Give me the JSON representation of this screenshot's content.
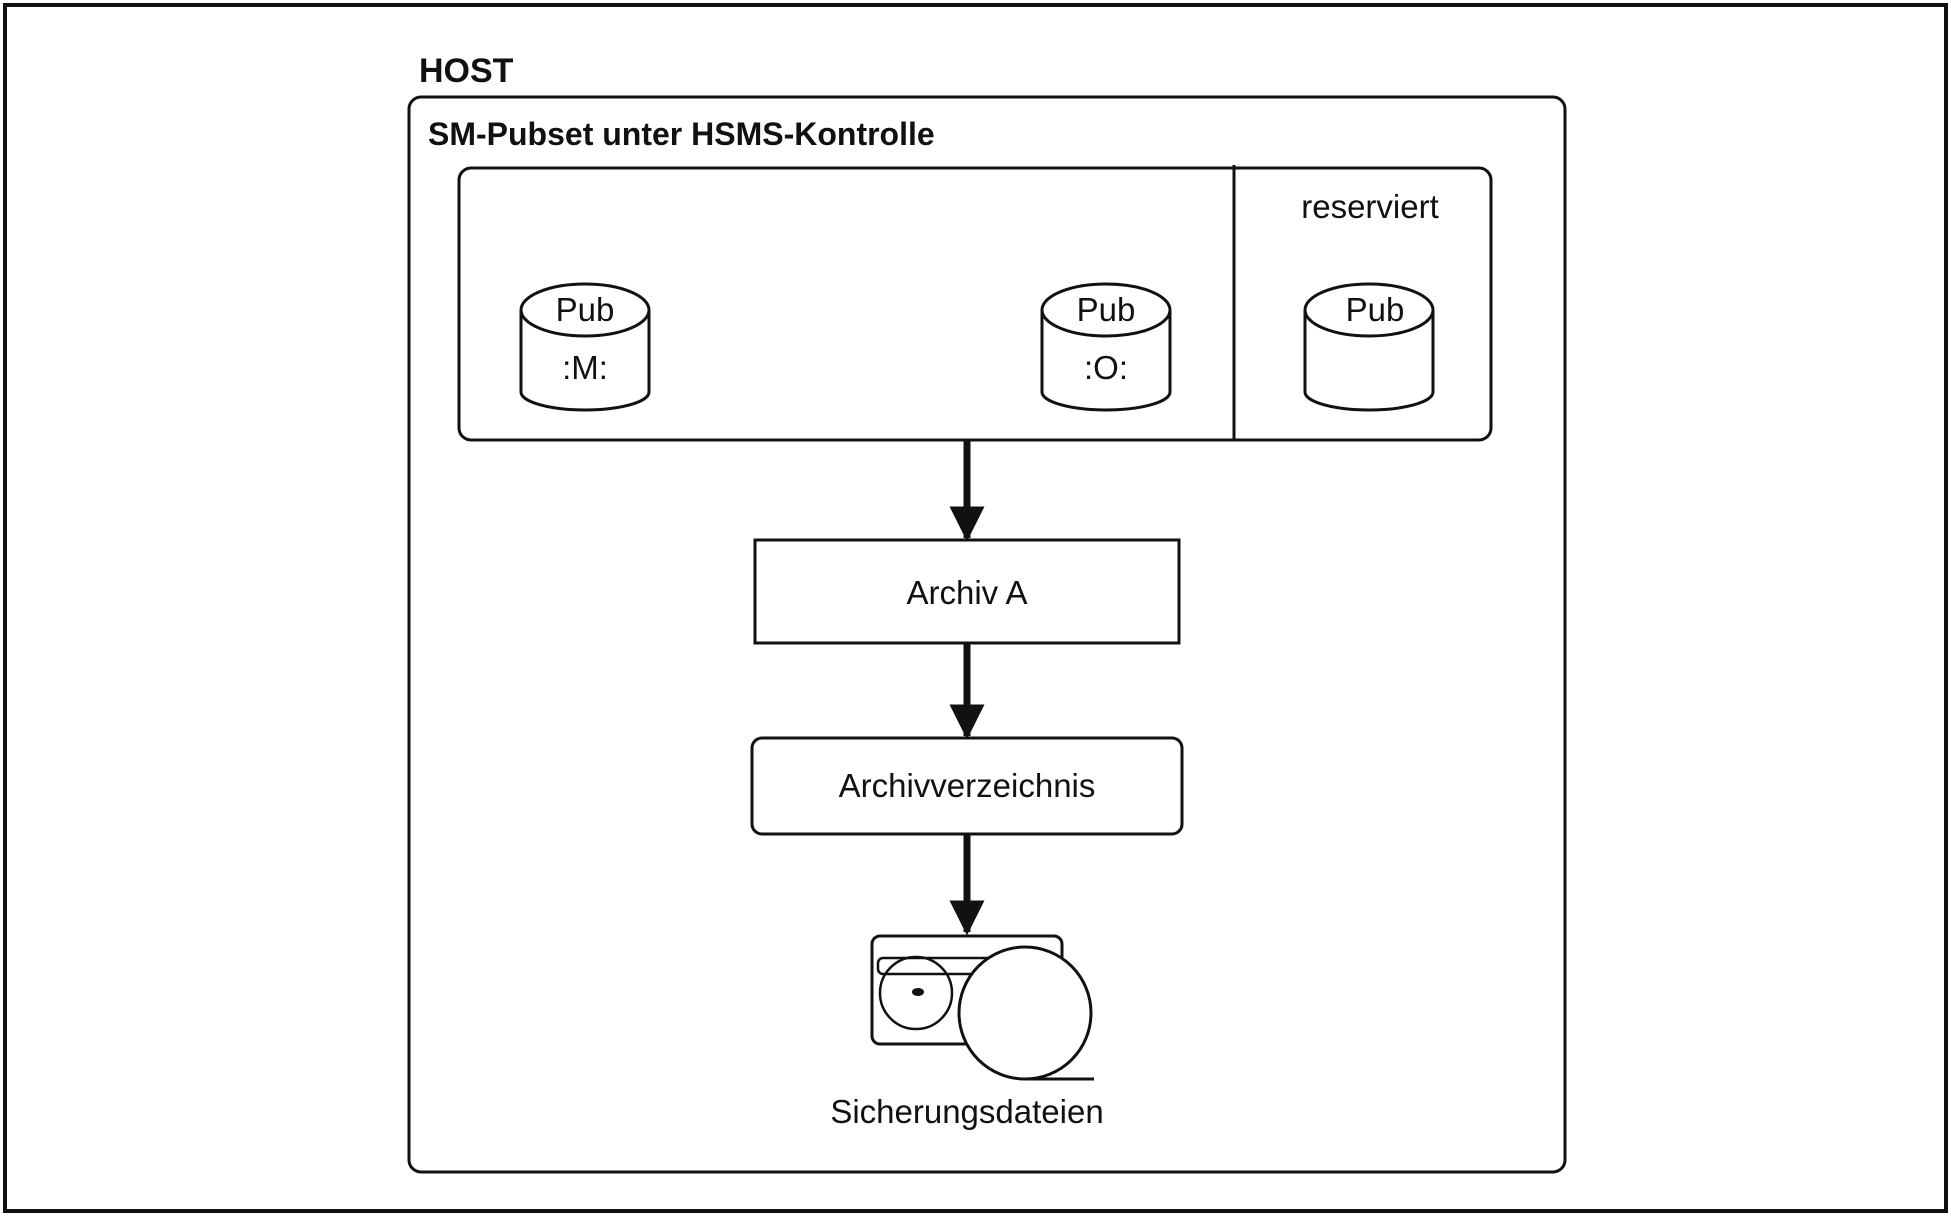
{
  "host": {
    "title": "HOST"
  },
  "pubset": {
    "title": "SM-Pubset unter HSMS-Kontrolle",
    "reserved_label": "reserviert",
    "volumes": [
      {
        "top": "Pub",
        "bottom": ":M:"
      },
      {
        "top": "Pub",
        "bottom": ":O:"
      },
      {
        "top": "Pub",
        "bottom": ""
      }
    ]
  },
  "archive": {
    "label": "Archiv A"
  },
  "directory": {
    "label": "Archivverzeichnis"
  },
  "backup": {
    "label": "Sicherungsdateien"
  },
  "colors": {
    "line": "#111111",
    "background": "#ffffff"
  }
}
